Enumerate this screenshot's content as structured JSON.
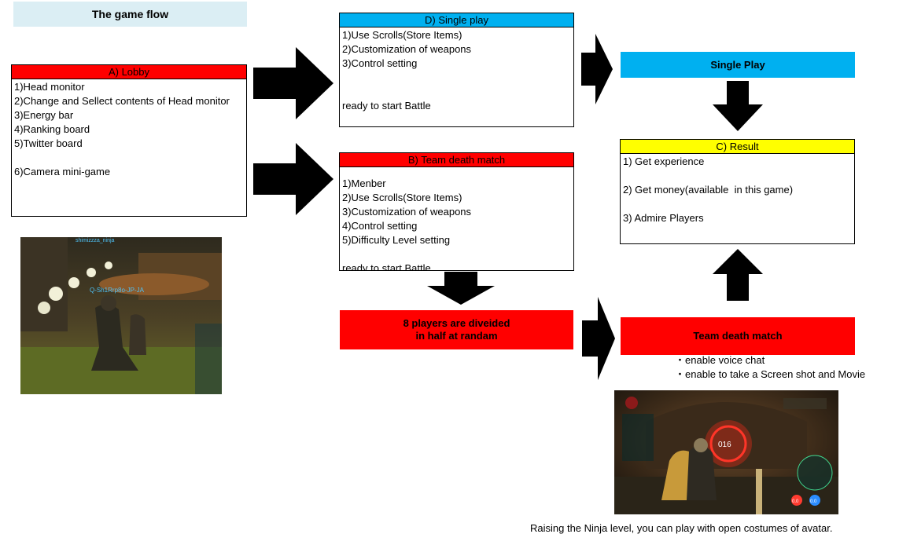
{
  "title": "The game flow",
  "lobby": {
    "header": "A) Lobby",
    "items": [
      "1)Head monitor",
      "2)Change and Sellect contents of Head monitor",
      "3)Energy bar",
      "4)Ranking board",
      "5)Twitter board",
      "",
      "6)Camera mini-game"
    ]
  },
  "single_play_box": {
    "header": "D) Single play",
    "items": [
      "1)Use Scrolls(Store Items)",
      "2)Customization of weapons",
      "3)Control setting",
      "",
      "",
      "ready to start Battle"
    ]
  },
  "team_box": {
    "header": "B) Team death match",
    "items": [
      "",
      "1)Menber",
      "2)Use Scrolls(Store Items)",
      "3)Customization of weapons",
      "4)Control setting",
      "5)Difficulty Level setting",
      "",
      "ready to start Battle"
    ]
  },
  "result_box": {
    "header": "C) Result",
    "items": [
      "1) Get experience",
      "",
      "2) Get money(available  in this game)",
      "",
      "3) Admire Players"
    ]
  },
  "single_play_banner": "Single Play",
  "divide_banner": {
    "line1": "8 players are diveided",
    "line2": "in half at randam"
  },
  "team_banner": "Team death match",
  "team_bullets": [
    "・enable voice chat",
    "・enable to take a Screen shot and Movie"
  ],
  "caption": "Raising the Ninja level, you can play with open costumes of avatar.",
  "screenshot1": {
    "name_tag": "shimizzza_ninja",
    "tag2": "Q-Sh1Rrp8o-JP-JA"
  },
  "screenshot2": {
    "counter": "016",
    "score_left": "0.0",
    "score_right": "0.0"
  },
  "colors": {
    "red": "#ff0000",
    "blue": "#00b0f0",
    "yellow": "#ffff00",
    "title_bg": "#dbeef4",
    "arrow": "#000000"
  }
}
